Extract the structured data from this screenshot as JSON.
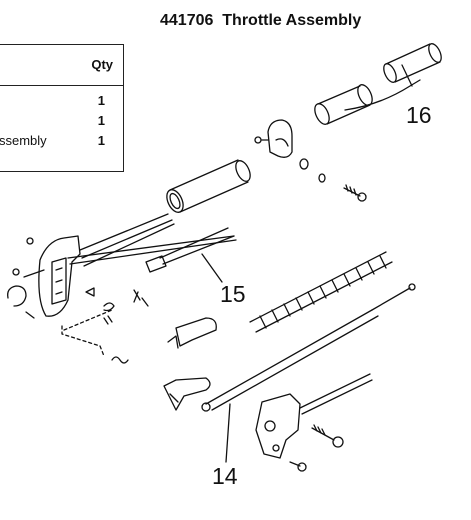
{
  "title": "441706  Throttle Assembly",
  "table": {
    "qty_header": "Qty",
    "rows": [
      {
        "desc": "",
        "qty": "1"
      },
      {
        "desc": "",
        "qty": "1"
      },
      {
        "desc": "ssembly",
        "qty": "1"
      }
    ]
  },
  "callouts": {
    "c16": "16",
    "c15": "15",
    "c14": "14"
  }
}
